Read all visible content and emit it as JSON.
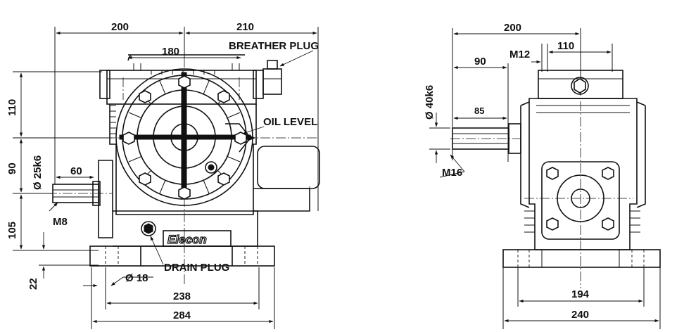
{
  "front_view": {
    "dims": {
      "d200": "200",
      "d210": "210",
      "d180": "180",
      "d110": "110",
      "d90": "90",
      "d105": "105",
      "d22": "22",
      "d60": "60",
      "shaft": "Ø 25k6",
      "bolt": "M8",
      "hole": "Ø 18",
      "d238": "238",
      "d284": "284"
    },
    "callouts": {
      "breather": "BREATHER PLUG",
      "oil_level": "OIL LEVEL",
      "drain": "DRAIN PLUG"
    },
    "brand": "Elecon"
  },
  "side_view": {
    "dims": {
      "d200": "200",
      "d90": "90",
      "m12": "M12",
      "d110": "110",
      "shaft": "Ø 40k6",
      "d85": "85",
      "bolt": "M16",
      "d194": "194",
      "d240": "240"
    }
  }
}
